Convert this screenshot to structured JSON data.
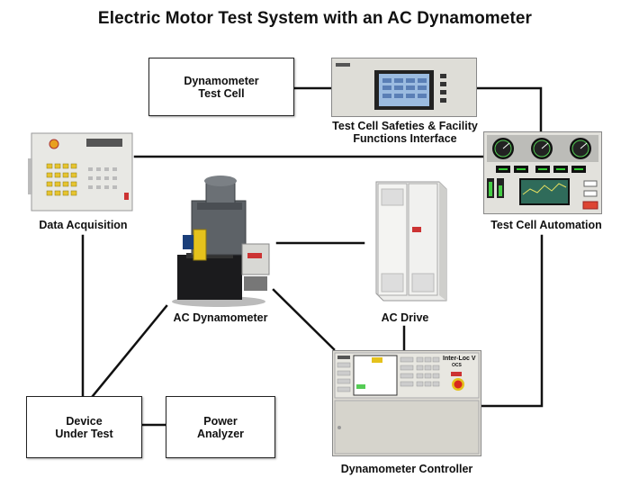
{
  "title": "Electric Motor Test System with an AC Dynamometer",
  "nodes": {
    "dyno_cell": "Dynamometer\nTest Cell",
    "safeties": "Test Cell Safeties & Facility\nFunctions Interface",
    "daq": "Data Acquisition",
    "automation": "Test Cell Automation",
    "ac_dyno": "AC Dynamometer",
    "ac_drive": "AC Drive",
    "dut": "Device\nUnder Test",
    "power": "Power\nAnalyzer",
    "controller": "Dynamometer Controller"
  },
  "controller_panel": {
    "brand": "Inter-Loc V",
    "model": "OCS"
  },
  "colors": {
    "wire": "#111111",
    "cabinet": "#e6e6e2",
    "dyno_body": "#6e7378",
    "dyno_yellow": "#e5c21c",
    "screen_blue": "#7a9fd0",
    "gauge_bg": "#111111",
    "estop_red": "#d8281f"
  }
}
